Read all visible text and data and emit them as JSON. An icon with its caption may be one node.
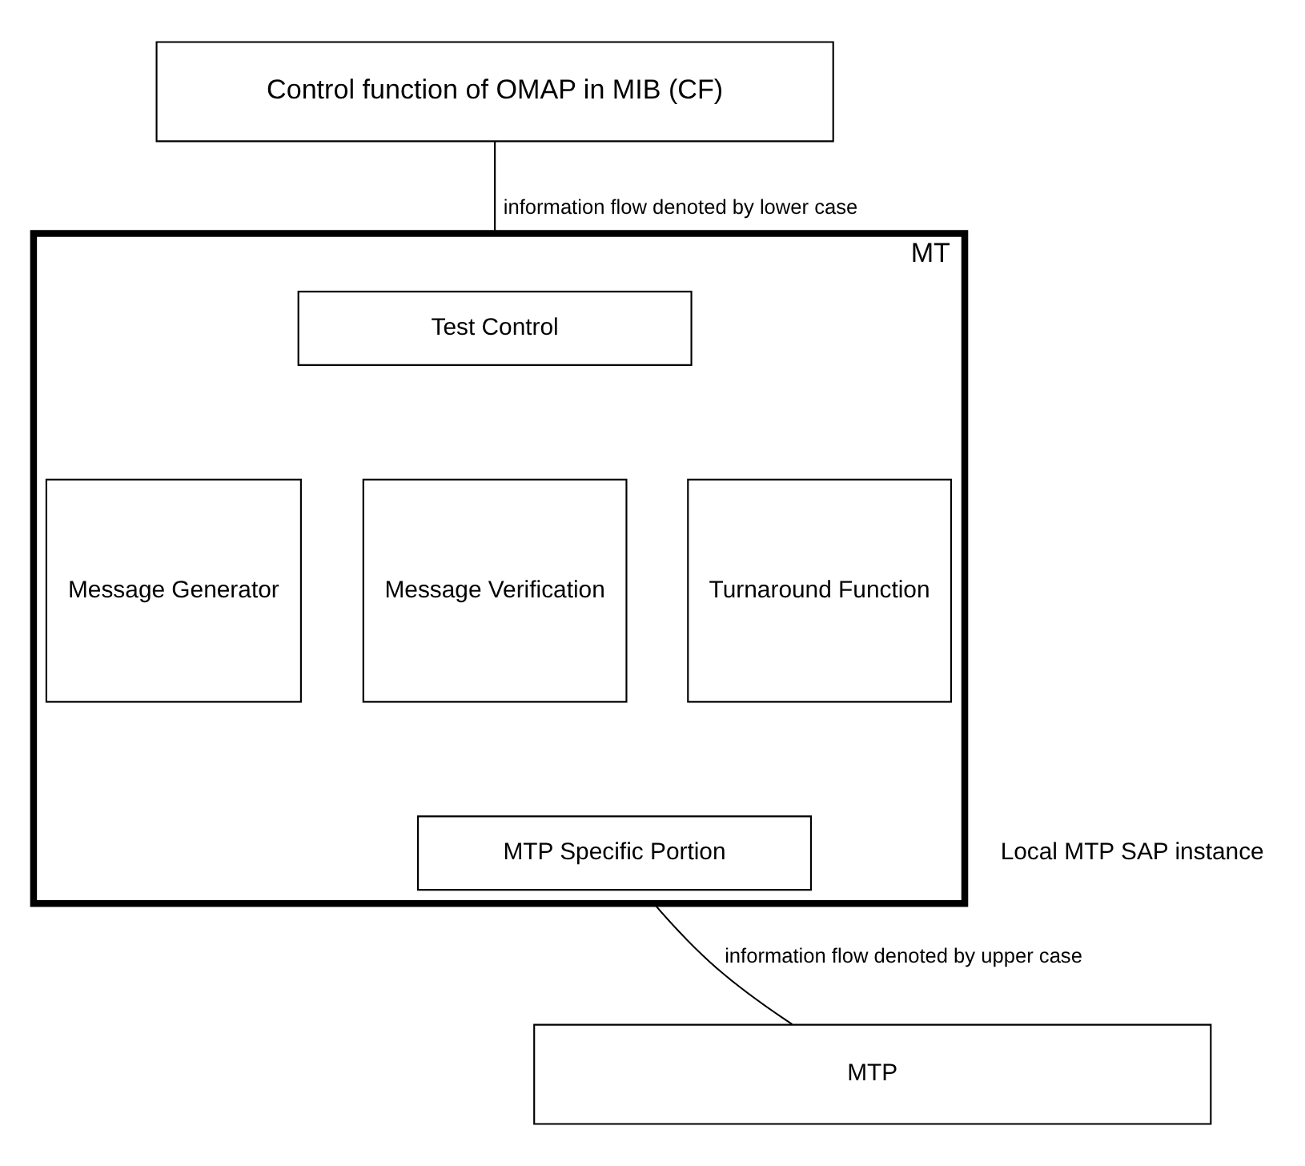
{
  "diagram": {
    "nodes": [
      {
        "text": [
          "Control function of OMAP in MIB (CF)"
        ]
      },
      {
        "text": [
          "MT"
        ]
      },
      {
        "text": [
          "Test Control"
        ],
        "in": 1
      },
      {
        "text": [
          "Message Generator"
        ],
        "in": 1
      },
      {
        "text": [
          "Message Verification"
        ],
        "in": 1
      },
      {
        "text": [
          "Turnaround Function"
        ],
        "in": 1
      },
      {
        "text": [
          "MTP Specific Portion"
        ],
        "in": 1
      },
      {
        "text": [
          "MTP"
        ]
      }
    ],
    "edges": [
      {
        "from": 0,
        "to": 1,
        "arrow": "none",
        "label": "information flow denoted by lower case"
      },
      {
        "from": 1,
        "to": 7,
        "arrow": "none",
        "label": "information flow denoted by upper case"
      }
    ],
    "labels": [
      "Local MTP SAP instance"
    ]
  }
}
